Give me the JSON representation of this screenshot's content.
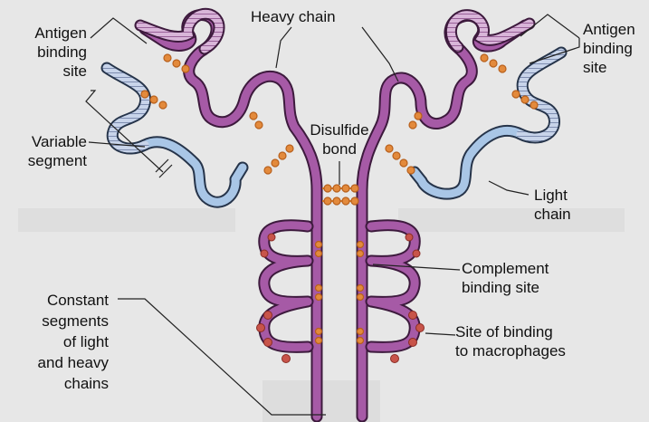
{
  "labels": {
    "antigen_binding_site_left": [
      "Antigen",
      "binding",
      "site"
    ],
    "variable_segment": [
      "Variable",
      "segment"
    ],
    "constant_segments": [
      "Constant",
      "segments",
      "of light",
      "and heavy",
      "chains"
    ],
    "heavy_chain": "Heavy chain",
    "disulfide_bond": [
      "Disulfide",
      "bond"
    ],
    "antigen_binding_site_right": [
      "Antigen",
      "binding",
      "site"
    ],
    "light_chain": [
      "Light",
      "chain"
    ],
    "complement_binding_site": [
      "Complement",
      "binding site"
    ],
    "macrophage_binding_site": [
      "Site of binding",
      "to macrophages"
    ]
  },
  "colors": {
    "heavy_chain": "#a65aa6",
    "heavy_chain_dark": "#3d1a3d",
    "light_chain": "#a9c6e6",
    "light_chain_dark": "#26344a",
    "disulfide": "#d67a2a",
    "macrophage_site": "#c8544a",
    "background": "#e6e6e6"
  }
}
